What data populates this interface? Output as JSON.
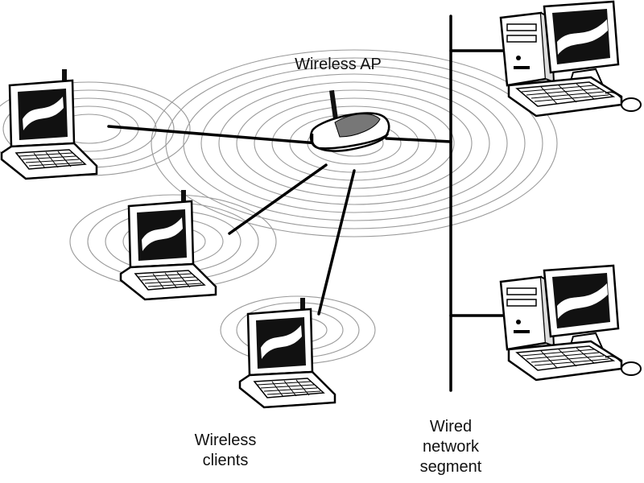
{
  "labels": {
    "access_point": "Wireless AP",
    "clients": [
      "Wireless",
      "clients"
    ],
    "wired": [
      "Wired",
      "network",
      "segment"
    ]
  },
  "nodes": {
    "access_point": "wireless-access-point",
    "clients": [
      "laptop-icon",
      "laptop-icon",
      "laptop-icon"
    ],
    "wired_hosts": [
      "desktop-computer-icon",
      "desktop-computer-icon"
    ]
  },
  "colors": {
    "line": "#000000",
    "ripple": "#9a9a9a",
    "screen": "#111111",
    "body": "#ffffff"
  }
}
